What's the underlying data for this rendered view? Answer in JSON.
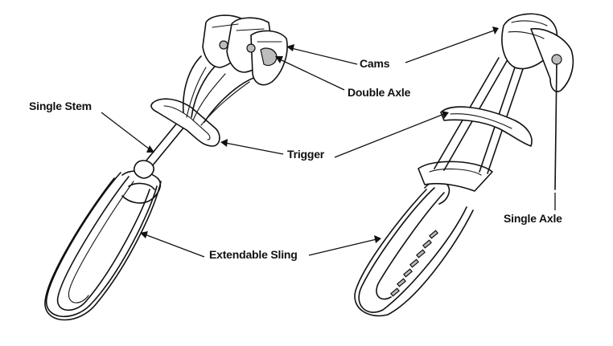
{
  "labels": {
    "cams": "Cams",
    "double_axle": "Double Axle",
    "single_stem": "Single Stem",
    "trigger": "Trigger",
    "single_axle": "Single Axle",
    "extendable_sling": "Extendable Sling"
  },
  "colors": {
    "ink": "#111111",
    "background": "#ffffff",
    "shade": "#bdbdbd"
  }
}
